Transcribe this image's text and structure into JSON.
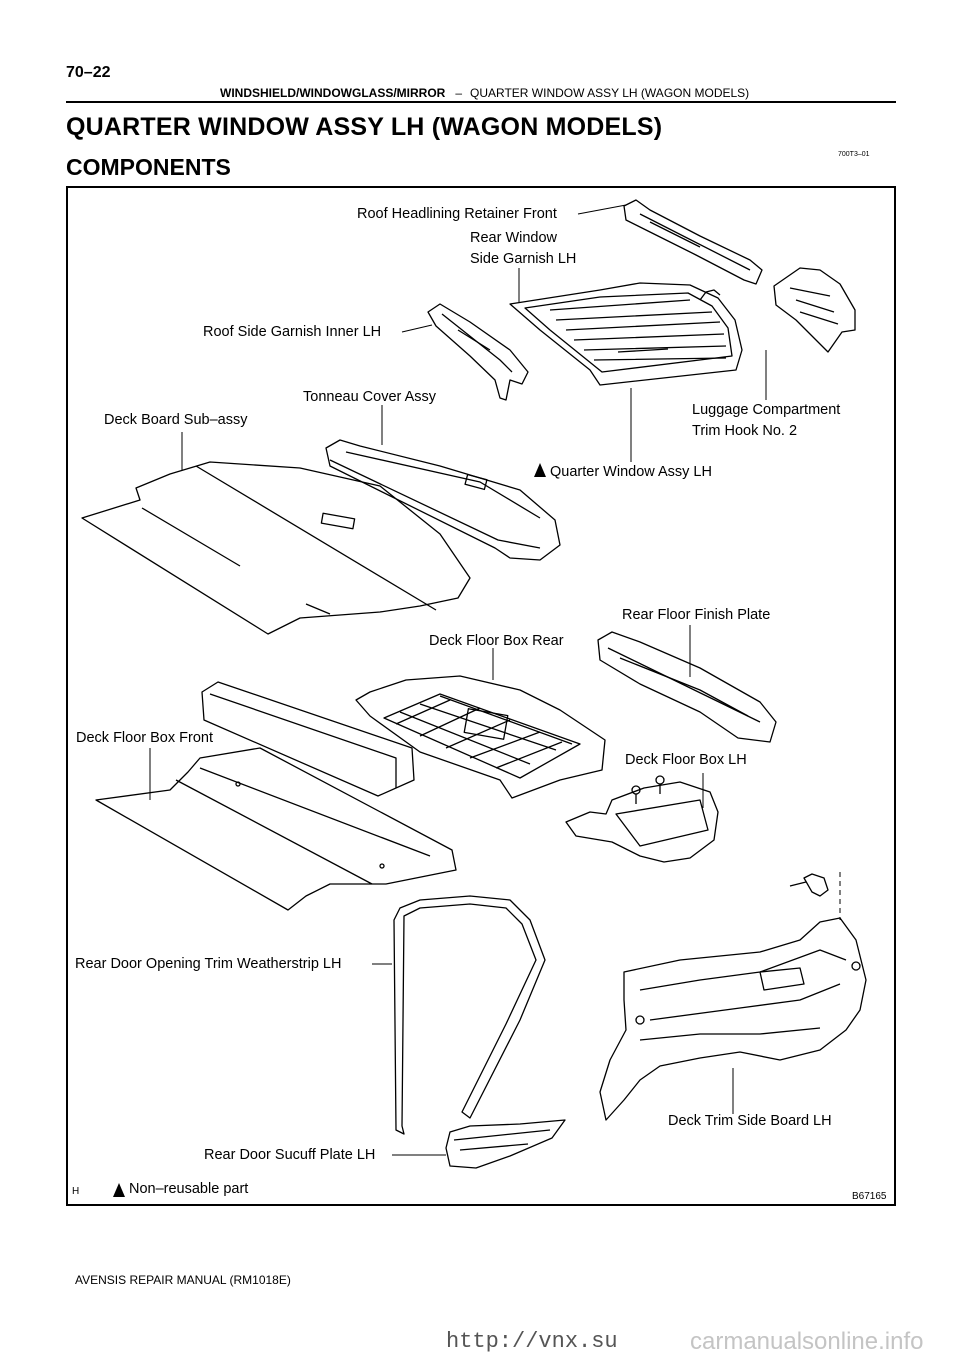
{
  "header": {
    "page_number": "70–22",
    "section": "WINDSHIELD/WINDOWGLASS/MIRROR",
    "separator": "–",
    "subsection": "QUARTER WINDOW ASSY LH (WAGON MODELS)"
  },
  "title": "QUARTER WINDOW ASSY LH (WAGON MODELS)",
  "subtitle": "COMPONENTS",
  "doc_code": "700T3–01",
  "figure": {
    "labels": {
      "roof_headlining_retainer": "Roof Headlining Retainer Front",
      "rear_window_side_garnish": "Rear Window\nSide Garnish LH",
      "roof_side_garnish": "Roof Side Garnish Inner LH",
      "tonneau_cover": "Tonneau Cover Assy",
      "deck_board": "Deck Board Sub–assy",
      "luggage_hook": "Luggage Compartment\nTrim Hook No. 2",
      "quarter_window": "Quarter Window Assy LH",
      "rear_floor_finish_plate": "Rear Floor Finish Plate",
      "deck_floor_box_rear": "Deck Floor Box Rear",
      "deck_floor_box_front": "Deck Floor Box Front",
      "deck_floor_box_lh": "Deck Floor Box LH",
      "weatherstrip": "Rear Door Opening Trim Weatherstrip LH",
      "deck_trim_side_board": "Deck Trim Side Board LH",
      "scuff_plate": "Rear Door Sucuff Plate LH"
    },
    "legend": "Non–reusable part",
    "corner_mark": "H",
    "figure_code": "B67165"
  },
  "footer": "AVENSIS REPAIR MANUAL   (RM1018E)",
  "url": "http://vnx.su",
  "watermark": "carmanualsonline.info"
}
